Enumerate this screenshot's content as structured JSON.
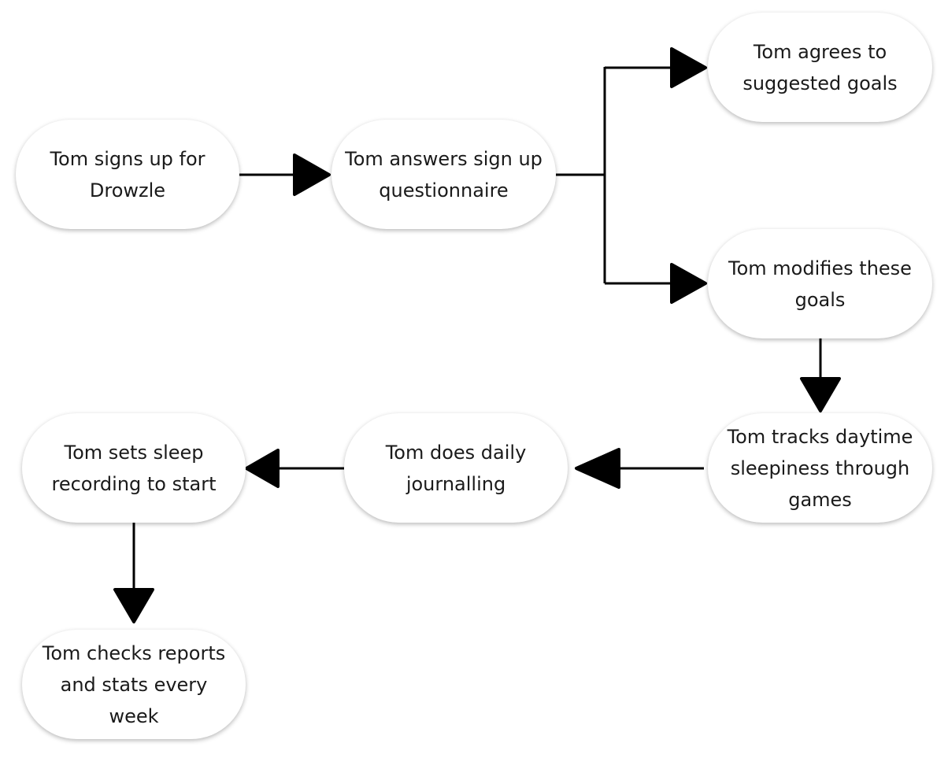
{
  "diagram": {
    "type": "flowchart",
    "nodes": [
      {
        "id": "sign-up",
        "label": "Tom signs up for Drowzle"
      },
      {
        "id": "questionnaire",
        "label": "Tom answers sign up questionnaire"
      },
      {
        "id": "agrees-goals",
        "label": "Tom agrees to suggested goals"
      },
      {
        "id": "modifies-goals",
        "label": "Tom modifies these goals"
      },
      {
        "id": "tracks-sleepiness",
        "label": "Tom tracks daytime sleepiness through games"
      },
      {
        "id": "daily-journalling",
        "label": "Tom does daily journalling"
      },
      {
        "id": "sleep-recording",
        "label": "Tom sets sleep recording to start"
      },
      {
        "id": "checks-reports",
        "label": "Tom checks reports and stats every week"
      }
    ],
    "edges": [
      {
        "from": "sign-up",
        "to": "questionnaire"
      },
      {
        "from": "questionnaire",
        "to": "agrees-goals"
      },
      {
        "from": "questionnaire",
        "to": "modifies-goals"
      },
      {
        "from": "modifies-goals",
        "to": "tracks-sleepiness"
      },
      {
        "from": "tracks-sleepiness",
        "to": "daily-journalling"
      },
      {
        "from": "daily-journalling",
        "to": "sleep-recording"
      },
      {
        "from": "sleep-recording",
        "to": "checks-reports"
      }
    ],
    "colors": {
      "node_fill": "#ffffff",
      "line": "#000000",
      "text": "#1a1a1a"
    }
  }
}
